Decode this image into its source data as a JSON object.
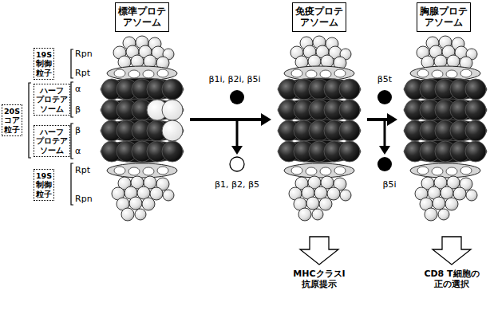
{
  "diagram": {
    "nodes": [
      {
        "text": [
          "標準プロテ アソーム"
        ]
      },
      {
        "text": [
          "免疫プロテ アソーム"
        ]
      },
      {
        "text": [
          "胸腺プロテ アソーム"
        ]
      },
      {
        "text": [
          "19S 制御 粒子"
        ]
      },
      {
        "text": [
          "20S コア 粒子"
        ]
      },
      {
        "text": [
          "ハーフ プロテア ソーム"
        ]
      },
      {
        "text": [
          "ハーフ プロテア ソーム"
        ]
      },
      {
        "text": [
          "19S 制御 粒子"
        ]
      }
    ],
    "edges": [
      {
        "from": 0,
        "to": 1,
        "arrow": "to"
      },
      {
        "from": 1,
        "to": 2,
        "arrow": "to"
      }
    ],
    "labels": [
      "Rpn",
      "Rpt",
      "α",
      "β",
      "β",
      "α",
      "Rpt",
      "Rpn",
      "β1i, β2i, β5i",
      "β1, β2, β5",
      "β5t",
      "β5i",
      "MHCクラスI 抗原提示",
      "CD8 T細胞の 正の選択"
    ]
  }
}
